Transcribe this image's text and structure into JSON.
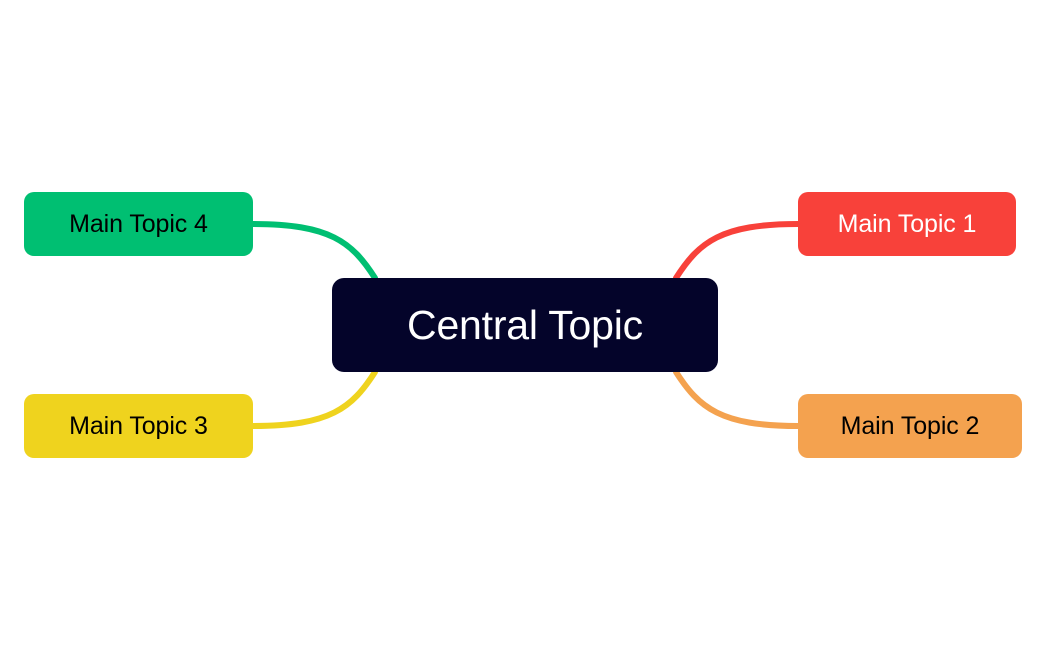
{
  "diagram": {
    "type": "mind-map",
    "background_color": "#ffffff",
    "central": {
      "label": "Central Topic",
      "fill": "#04042a",
      "text_color": "#ffffff"
    },
    "branches": [
      {
        "id": "topic-1",
        "label": "Main Topic 1",
        "fill": "#f8413a",
        "text_color": "#ffffff",
        "connector_color": "#f8413a",
        "position": "top-right"
      },
      {
        "id": "topic-2",
        "label": "Main Topic 2",
        "fill": "#f4a24f",
        "text_color": "#000000",
        "connector_color": "#f4a24f",
        "position": "bottom-right"
      },
      {
        "id": "topic-3",
        "label": "Main Topic 3",
        "fill": "#efd31e",
        "text_color": "#000000",
        "connector_color": "#efd31e",
        "position": "bottom-left"
      },
      {
        "id": "topic-4",
        "label": "Main Topic 4",
        "fill": "#00bf72",
        "text_color": "#000000",
        "connector_color": "#00bf72",
        "position": "top-left"
      }
    ]
  }
}
